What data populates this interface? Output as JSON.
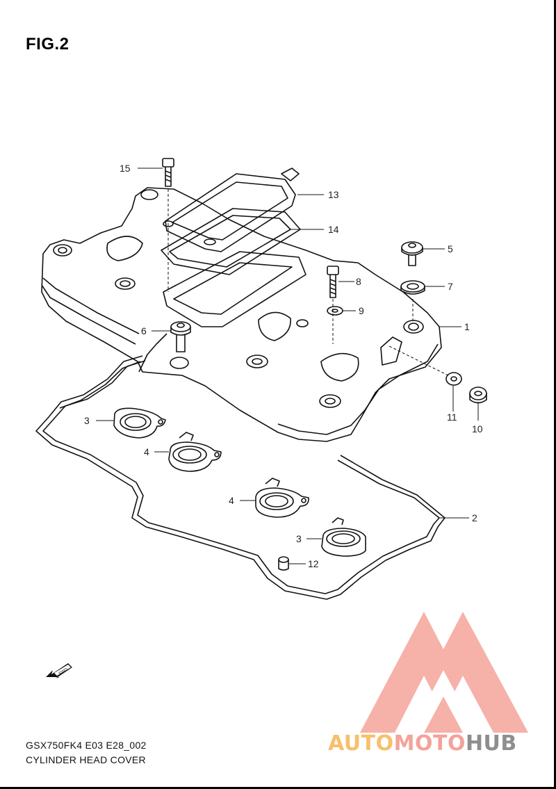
{
  "figure": {
    "title": "FIG.2"
  },
  "callouts": [
    {
      "id": "c15",
      "label": "15"
    },
    {
      "id": "c13",
      "label": "13"
    },
    {
      "id": "c14",
      "label": "14"
    },
    {
      "id": "c5",
      "label": "5"
    },
    {
      "id": "c8",
      "label": "8"
    },
    {
      "id": "c7",
      "label": "7"
    },
    {
      "id": "c9",
      "label": "9"
    },
    {
      "id": "c1",
      "label": "1"
    },
    {
      "id": "c6",
      "label": "6"
    },
    {
      "id": "c11",
      "label": "11"
    },
    {
      "id": "c10",
      "label": "10"
    },
    {
      "id": "c3a",
      "label": "3"
    },
    {
      "id": "c4a",
      "label": "4"
    },
    {
      "id": "c4b",
      "label": "4"
    },
    {
      "id": "c2",
      "label": "2"
    },
    {
      "id": "c3b",
      "label": "3"
    },
    {
      "id": "c12",
      "label": "12"
    }
  ],
  "direction_marker": {
    "label": "FWD"
  },
  "footer": {
    "model_code": "GSX750FK4 E03 E28_002",
    "part_title": "CYLINDER HEAD COVER"
  },
  "watermark": {
    "text_part1": "AUTO",
    "text_part2": "MOTO",
    "text_part3": "HUB",
    "colors": {
      "red": "#f4a39a",
      "orange": "#f7c06c",
      "gray": "#8e8e8e"
    }
  }
}
